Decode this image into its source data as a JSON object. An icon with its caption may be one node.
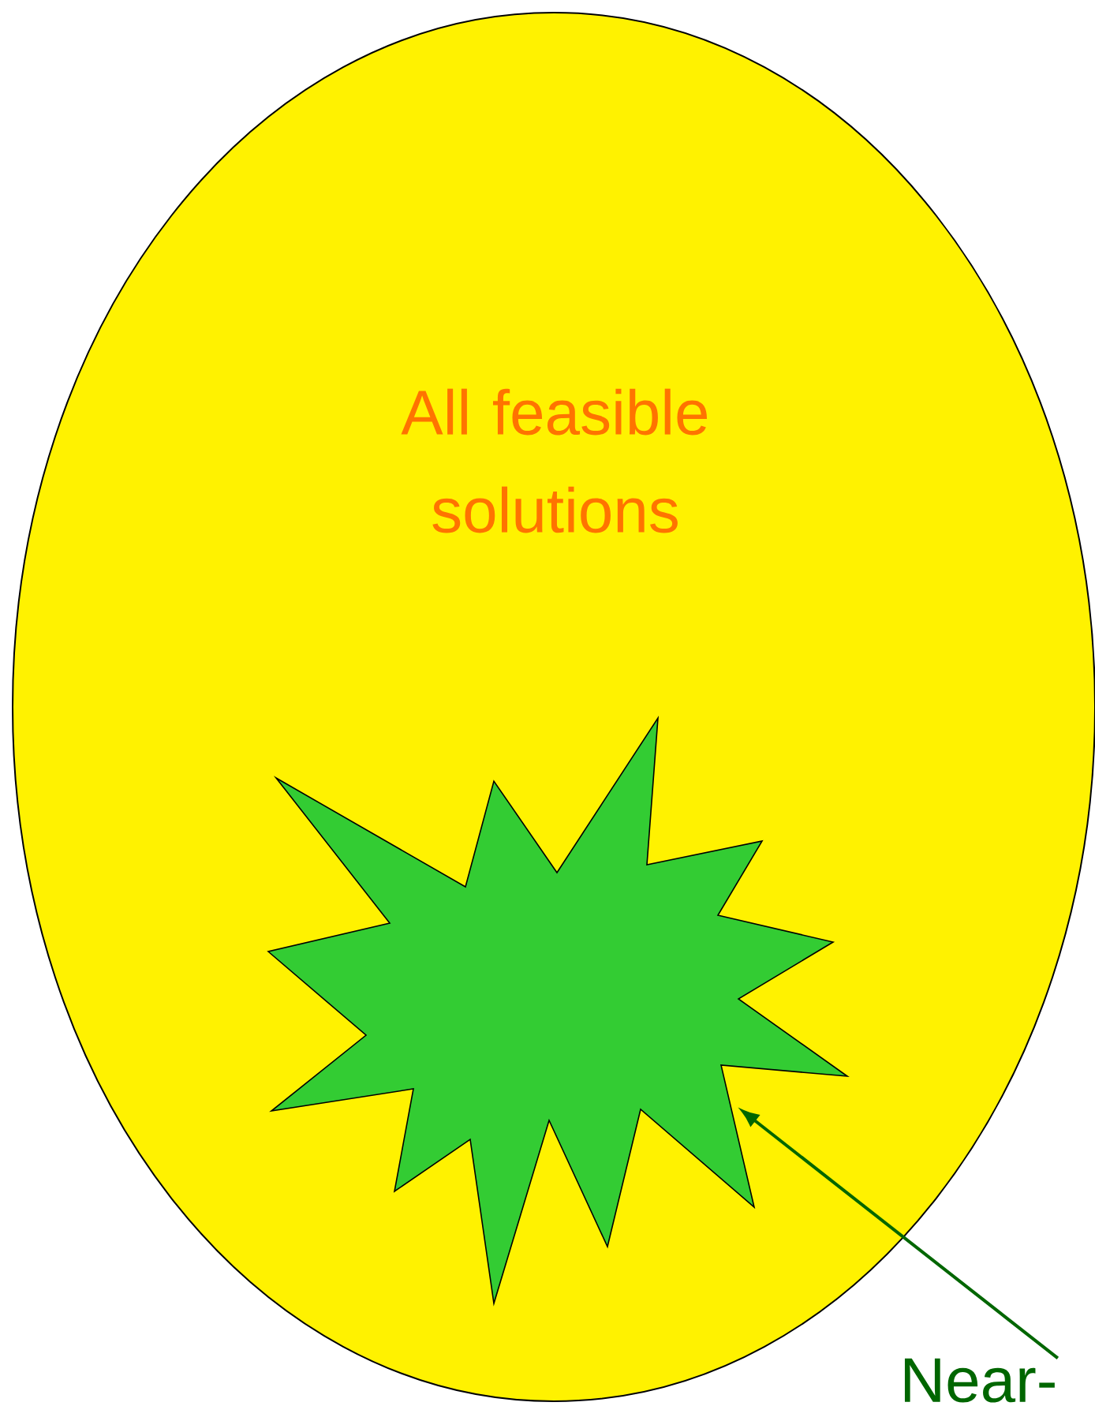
{
  "diagram": {
    "nodes": [
      {
        "text": [
          "All feasible solutions"
        ]
      },
      {
        "text": [],
        "shape": "star",
        "in": 0
      },
      {
        "text": [
          "Near-"
        ]
      }
    ],
    "edges": [
      {
        "from": 2,
        "to": 1,
        "arrow": "to",
        "color": "#006600"
      }
    ]
  }
}
